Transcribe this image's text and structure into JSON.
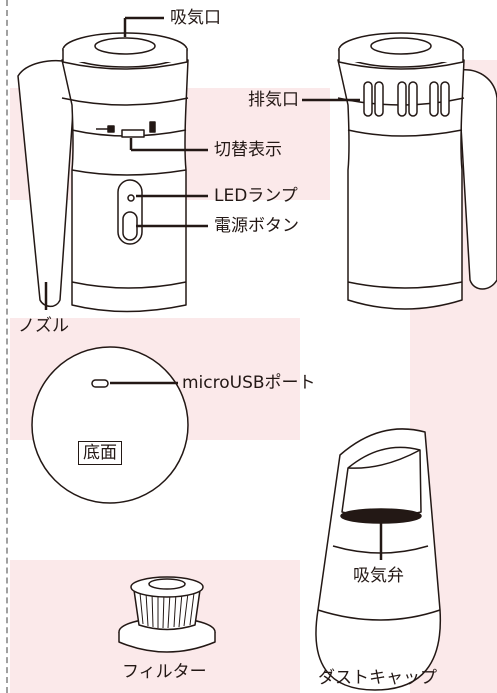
{
  "labels": {
    "intake": "吸気口",
    "exhaust": "排気口",
    "switch_display": "切替表示",
    "led_lamp": "LEDランプ",
    "power_button": "電源ボタン",
    "nozzle": "ノズル",
    "micro_usb_port": "microUSBポート",
    "bottom_face": "底面",
    "intake_valve": "吸気弁",
    "filter": "フィルター",
    "dust_cap": "ダストキャップ"
  },
  "colors": {
    "background_band": "#fbe9ea",
    "line": "#231815",
    "dashed_border": "#a0a0a0"
  }
}
